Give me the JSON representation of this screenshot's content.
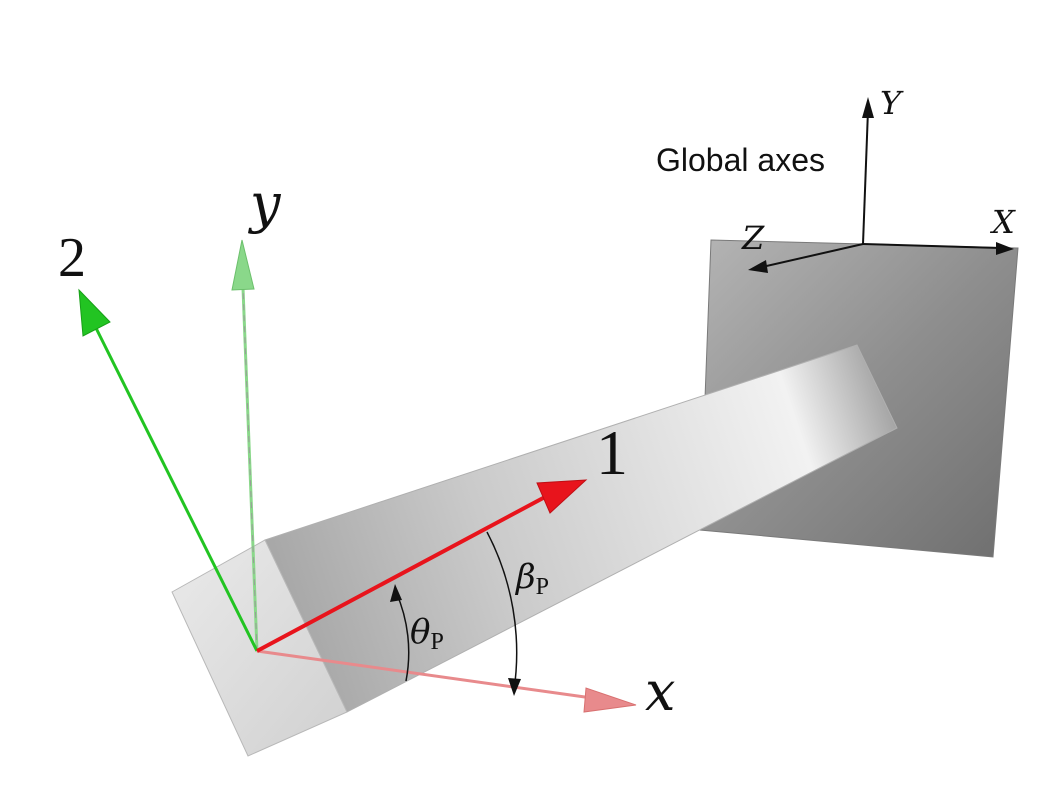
{
  "global_axes": {
    "title": "Global axes",
    "x_label": "X",
    "y_label": "Y",
    "z_label": "Z"
  },
  "local_axes": {
    "x_label": "x",
    "y_label": "y"
  },
  "principal_axes": {
    "axis1_label": "1",
    "axis2_label": "2"
  },
  "angles": {
    "theta_symbol": "θ",
    "theta_subscript": "P",
    "beta_symbol": "β",
    "beta_subscript": "P"
  },
  "colors": {
    "principal_1": "#e8141c",
    "principal_2": "#22c422",
    "local_x": "#e88a8c",
    "local_y": "#8ad88a",
    "wall": "#8a8a8a",
    "beam": "#d8d8d8"
  }
}
